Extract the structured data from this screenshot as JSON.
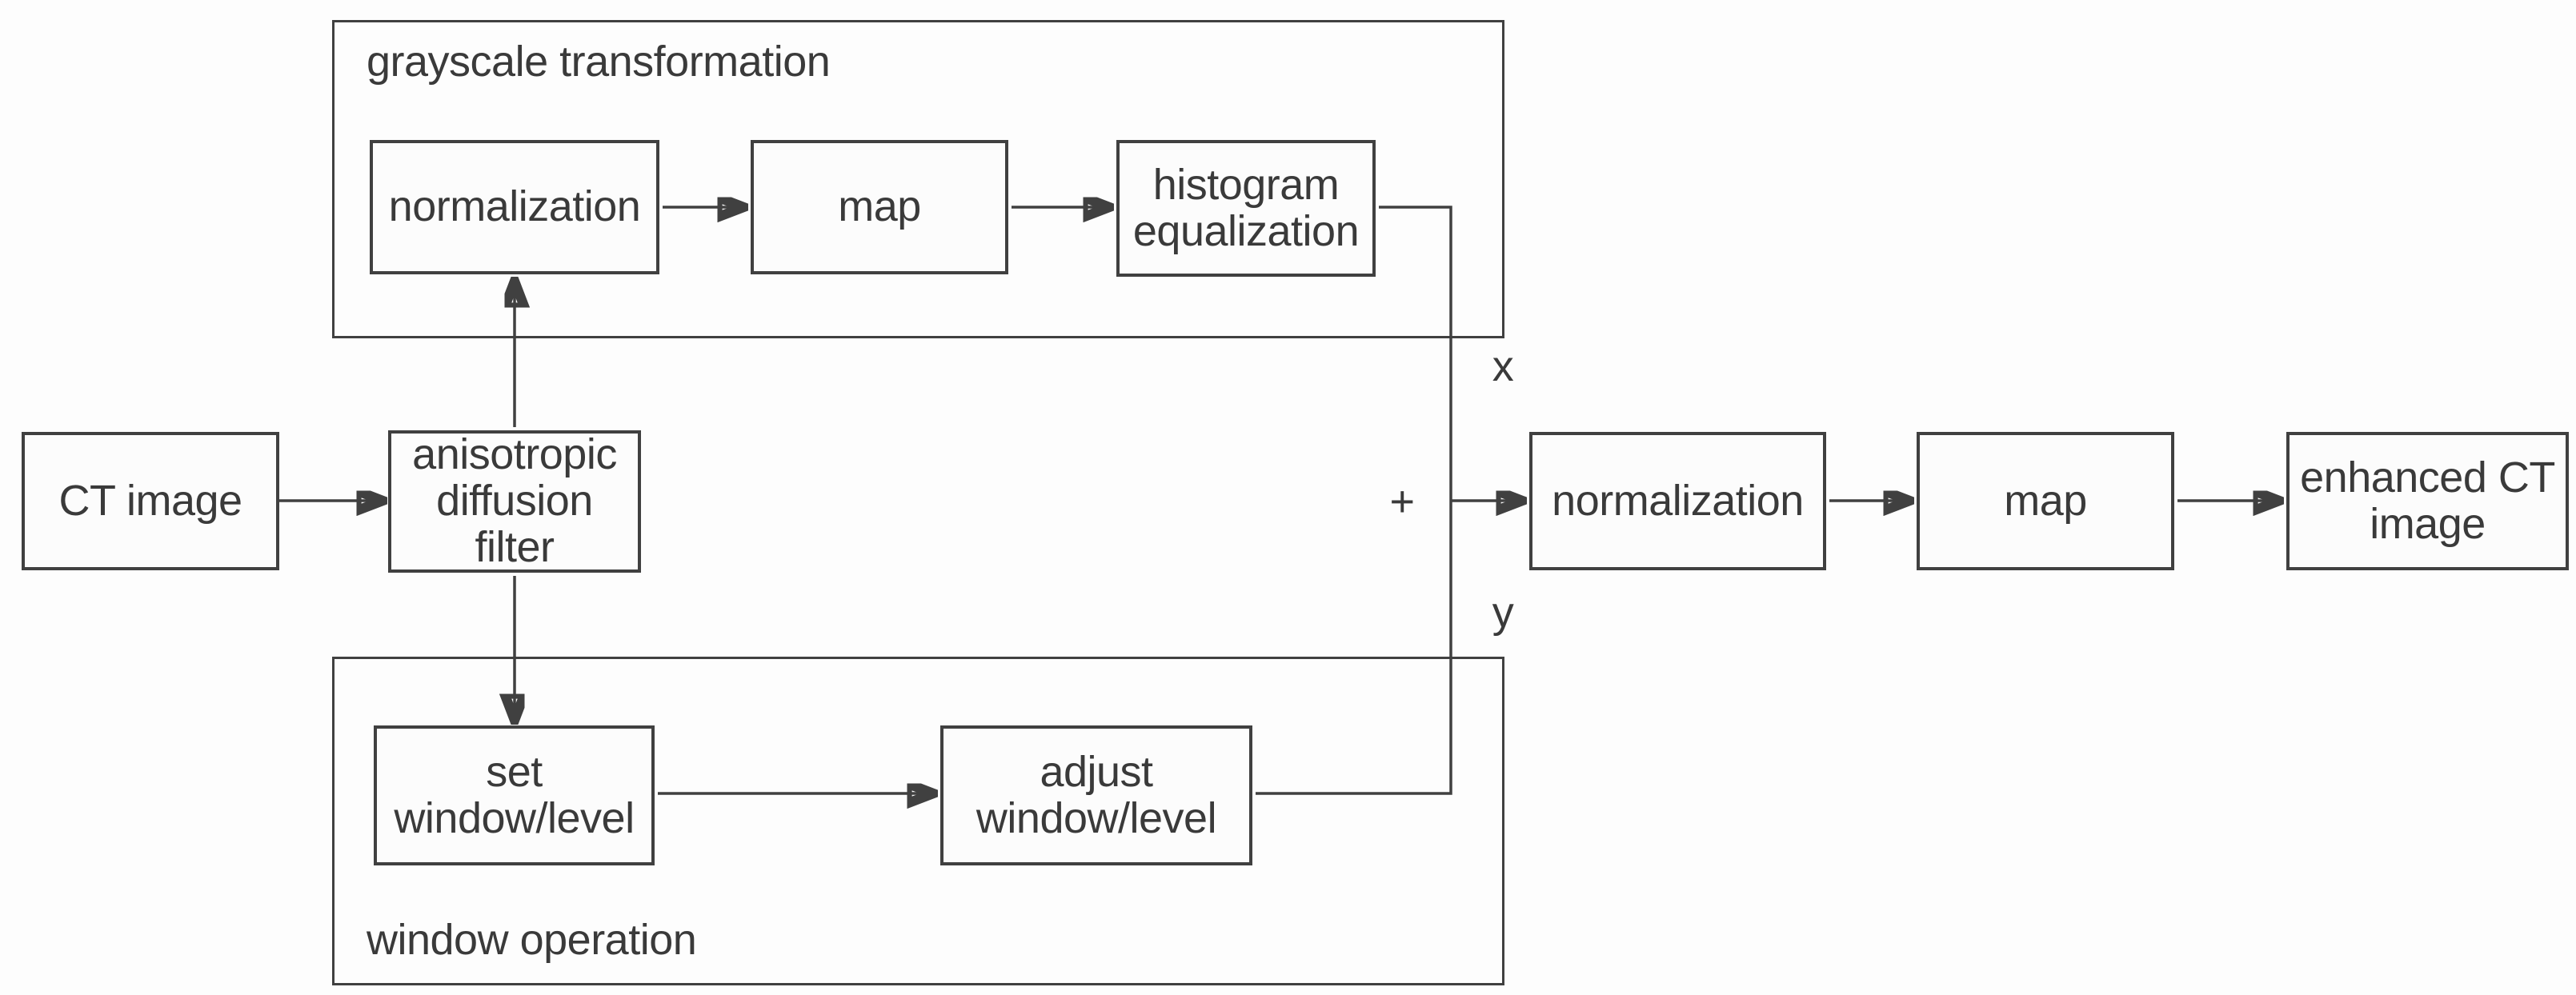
{
  "groups": {
    "grayscale": {
      "title": "grayscale transformation"
    },
    "window": {
      "title": "window operation"
    }
  },
  "nodes": {
    "ct_image": {
      "label": "CT image"
    },
    "anisotropic_diffusion_filter": {
      "label": "anisotropic\ndiffusion\nfilter"
    },
    "normalization_gray": {
      "label": "normalization"
    },
    "map_gray": {
      "label": "map"
    },
    "histogram_equalization": {
      "label": "histogram\nequalization"
    },
    "set_window_level": {
      "label": "set\nwindow/level"
    },
    "adjust_window_level": {
      "label": "adjust\nwindow/level"
    },
    "sum_normalization": {
      "label": "normalization"
    },
    "sum_map": {
      "label": "map"
    },
    "enhanced_ct_image": {
      "label": "enhanced CT\nimage"
    }
  },
  "edge_labels": {
    "x": "x",
    "y": "y",
    "plus": "+"
  },
  "colors": {
    "line": "#404040",
    "text": "#3a3a3a",
    "background": "#fdfdfd",
    "node_fill": "#fcfcfc"
  }
}
